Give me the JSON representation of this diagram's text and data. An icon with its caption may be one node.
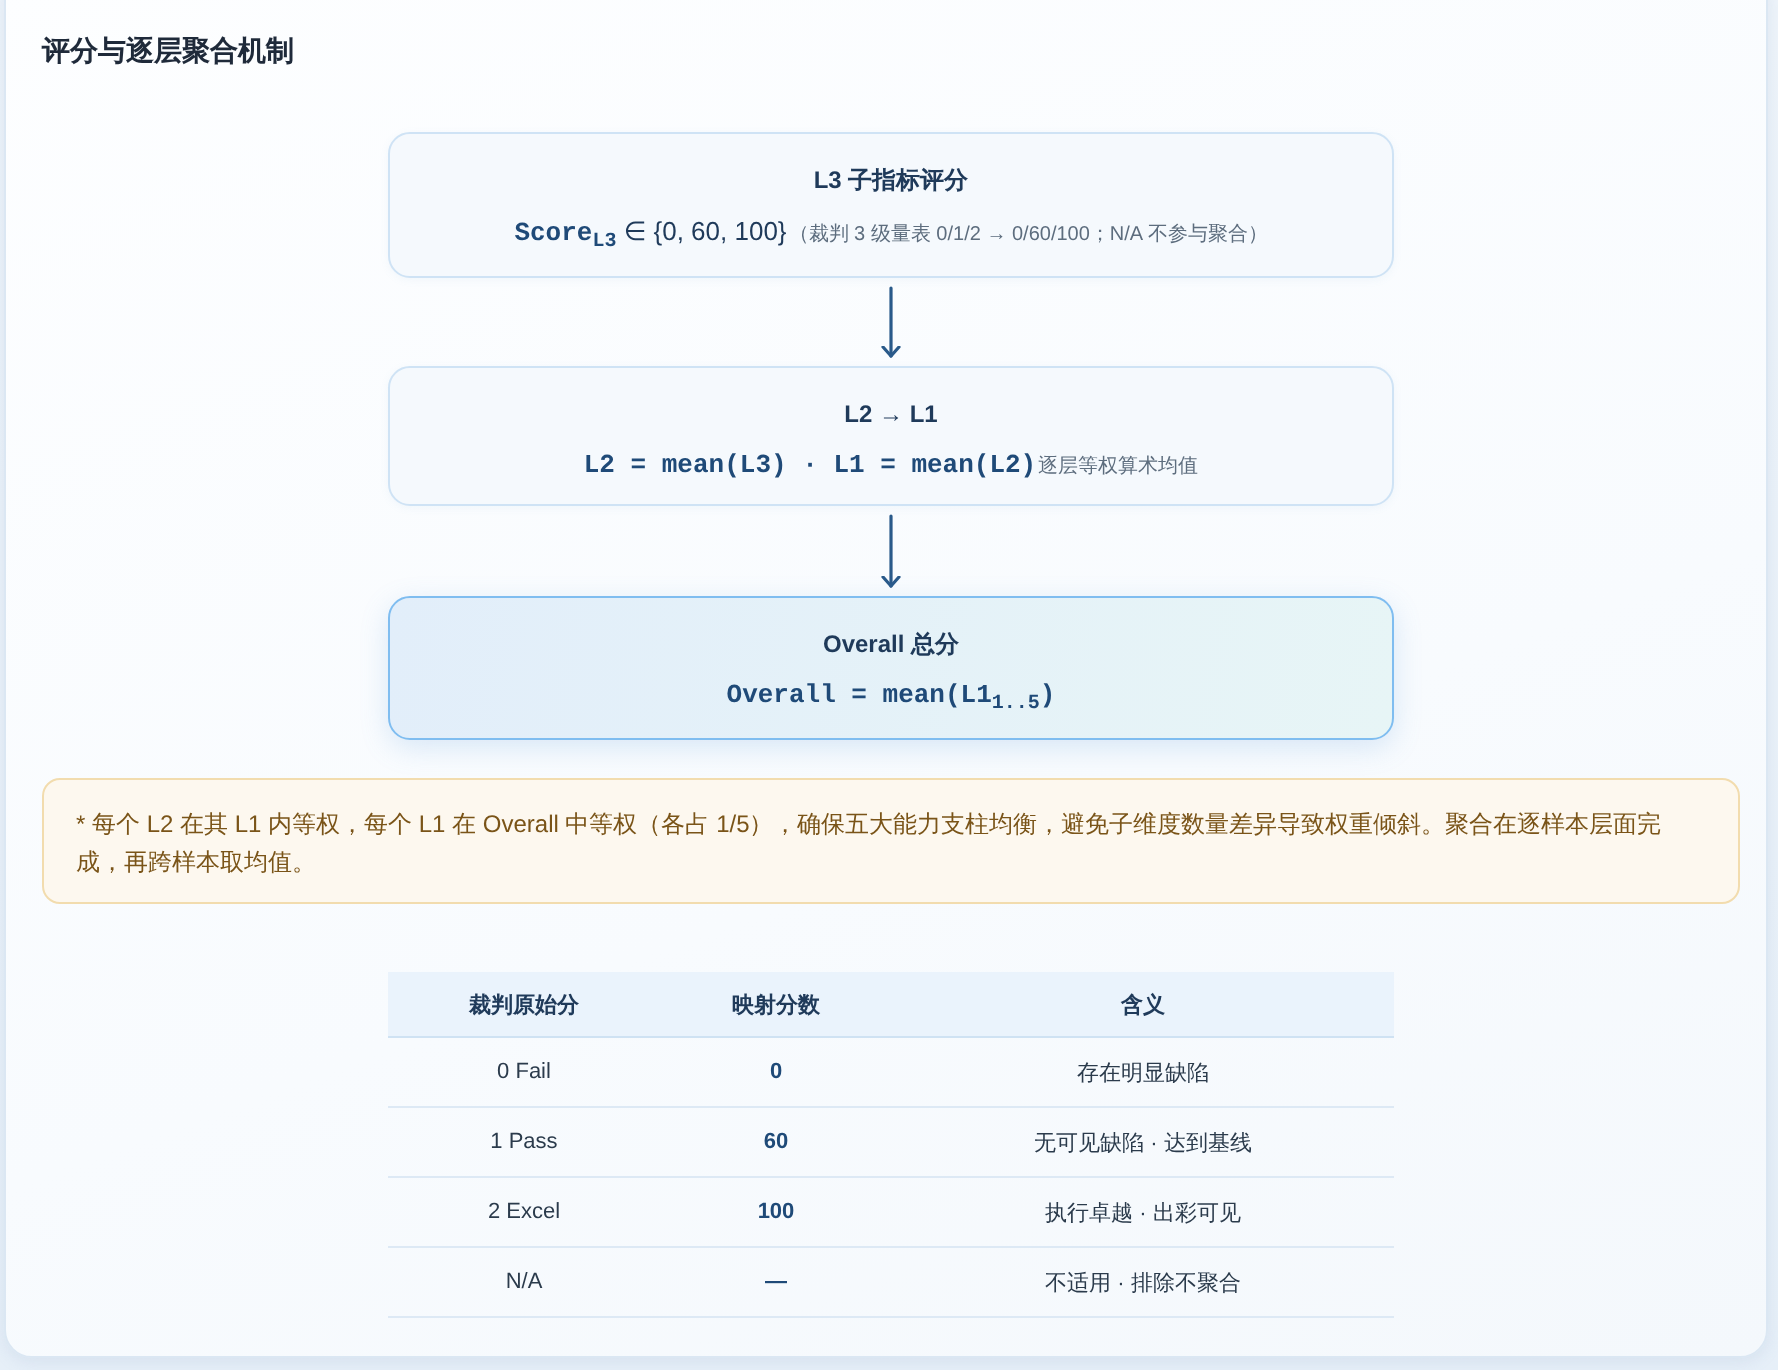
{
  "diagram": {
    "title": "评分与逐层聚合机制",
    "nodes": [
      {
        "text": [
          "L3 子指标评分",
          "**Score**$_{L3}$ ∈ {0, 60, 100}",
          "（裁判 3 级量表 0/1/2 → 0/60/100；N/A 不参与聚合）"
        ]
      },
      {
        "text": [
          "L2 → L1",
          "L2 = mean(L3) · L1 = mean(L2)",
          "逐层等权算术均值"
        ]
      },
      {
        "text": [
          "Overall 总分",
          "Overall = mean(L1$_{1..5}$)"
        ]
      },
      {
        "text": [
          "* 每个 L2 在其 L1 内等权，每个 L1 在 Overall 中等权（各占 1/5），确保五大能力支柱均衡，避免子维度数量差异导致权重倾斜。聚合在逐样本层面完成，再跨样本取均值。"
        ]
      }
    ],
    "edges": [
      {
        "from": 0,
        "to": 1,
        "arrow": "to"
      },
      {
        "from": 1,
        "to": 2,
        "arrow": "to"
      }
    ],
    "labels": [
      "裁判原始分",
      "映射分数",
      "含义",
      "0 Fail",
      "0",
      "存在明显缺陷",
      "1 Pass",
      "60",
      "无可见缺陷 · 达到基线",
      "2 Excel",
      "100",
      "执行卓越 · 出彩可见",
      "N/A",
      "—",
      "不适用 · 排除不聚合"
    ]
  }
}
